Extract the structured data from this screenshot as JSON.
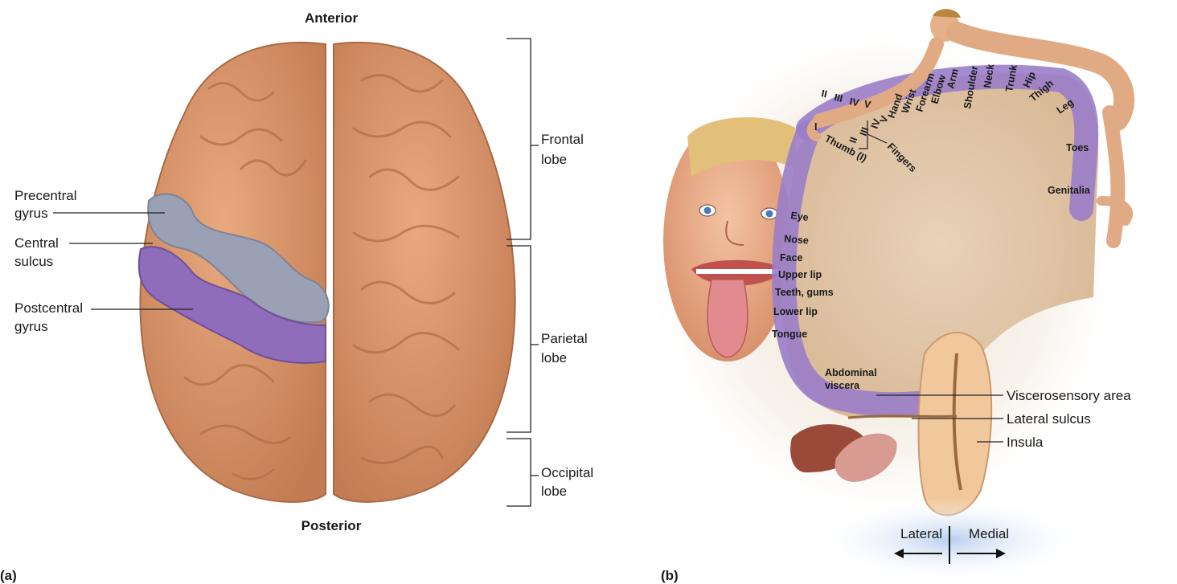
{
  "panel_a": {
    "letter": "(a)",
    "anterior": "Anterior",
    "posterior": "Posterior",
    "labels": {
      "precentral_1": "Precentral",
      "precentral_2": "gyrus",
      "central_1": "Central",
      "central_2": "sulcus",
      "postcentral_1": "Postcentral",
      "postcentral_2": "gyrus"
    },
    "lobes": {
      "frontal_1": "Frontal",
      "frontal_2": "lobe",
      "parietal_1": "Parietal",
      "parietal_2": "lobe",
      "occipital_1": "Occipital",
      "occipital_2": "lobe"
    }
  },
  "panel_b": {
    "letter": "(b)",
    "homunculus": {
      "I": "I",
      "II": "II",
      "III": "III",
      "IV": "IV",
      "V": "V",
      "II_b": "II",
      "III_b": "III",
      "IV_b": "IV",
      "V_b": "V",
      "hand": "Hand",
      "wrist": "Wrist",
      "forearm": "Forearm",
      "elbow": "Elbow",
      "arm": "Arm",
      "shoulder": "Shoulder",
      "neck": "Neck",
      "trunk": "Trunk",
      "hip": "Hip",
      "thigh": "Thigh",
      "leg": "Leg",
      "toes": "Toes",
      "genitalia": "Genitalia",
      "thumb": "Thumb (I)",
      "fingers": "Fingers",
      "eye": "Eye",
      "nose": "Nose",
      "face": "Face",
      "upper_lip": "Upper lip",
      "teeth": "Teeth, gums",
      "lower_lip": "Lower lip",
      "tongue": "Tongue",
      "abdominal_1": "Abdominal",
      "abdominal_2": "viscera"
    },
    "callouts": {
      "viscerosensory": "Viscerosensory area",
      "lateral_sulcus": "Lateral sulcus",
      "insula": "Insula"
    },
    "orientation": {
      "lateral": "Lateral",
      "medial": "Medial"
    }
  }
}
